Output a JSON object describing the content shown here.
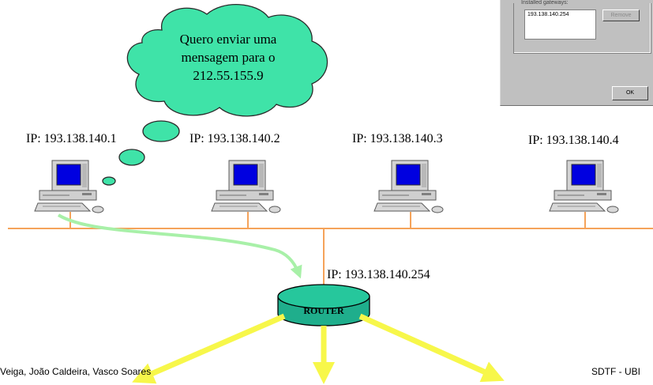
{
  "cloud": {
    "text": "Quero enviar uma mensagem para o 212.55.155.9"
  },
  "hosts": [
    {
      "ip": "IP: 193.138.140.1"
    },
    {
      "ip": "IP: 193.138.140.2"
    },
    {
      "ip": "IP: 193.138.140.3"
    },
    {
      "ip": "IP: 193.138.140.4"
    }
  ],
  "router": {
    "label": "ROUTER",
    "ip": "IP: 193.138.140.254"
  },
  "dialog": {
    "group_label": "Installed gateways:",
    "gateway_entry": "193.138.140.254",
    "remove_label": "Remove",
    "ok_label": "OK"
  },
  "footer": {
    "authors": "Veiga, João Caldeira, Vasco Soares",
    "course": "SDTF - UBI"
  },
  "colors": {
    "cloud_fill": "#3fe3a8",
    "network_line": "#f5a35a",
    "router_fill": "#1fae8c",
    "arrow_green": "#a8f0a8",
    "arrow_yellow": "#f7f74a"
  }
}
